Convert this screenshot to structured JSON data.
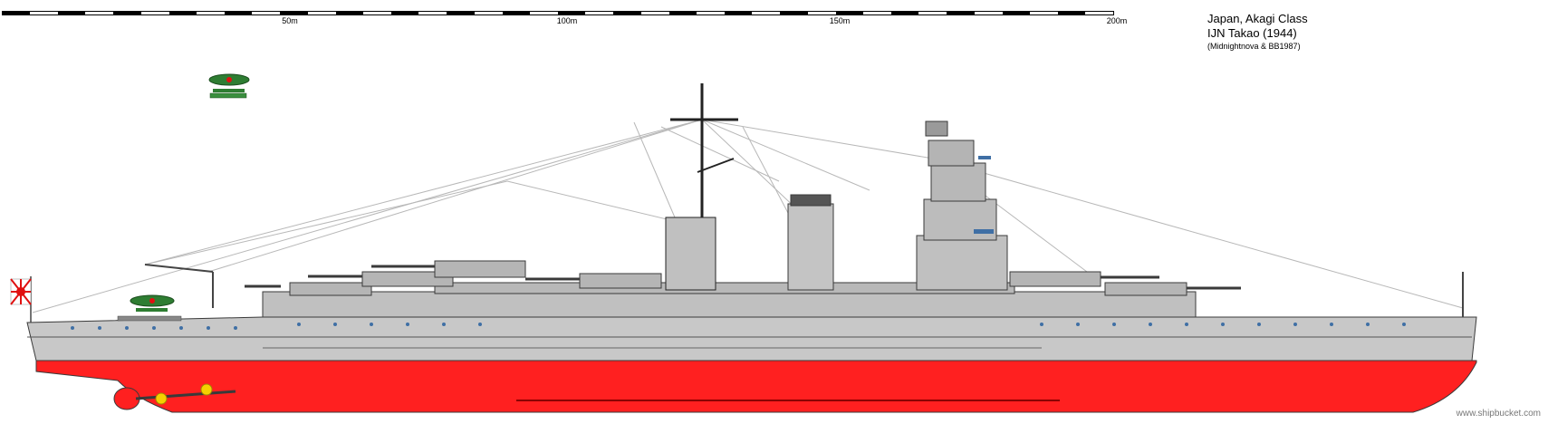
{
  "scale_bar": {
    "labels": [
      "50m",
      "100m",
      "150m",
      "200m"
    ]
  },
  "title": {
    "line1": "Japan, Akagi Class",
    "line2": "IJN Takao (1944)",
    "credit": "(Midnightnova & BB1987)"
  },
  "watermark": "www.shipbucket.com",
  "colors": {
    "hull_upper": "#c8c8c8",
    "hull_lower": "#ff2020",
    "superstructure": "#c0c0c0",
    "outline": "#3a3a3a",
    "rigging": "#b8b8b8",
    "flag_red": "#e01010",
    "propeller": "#f5d000",
    "aircraft_green": "#2e7d32"
  }
}
